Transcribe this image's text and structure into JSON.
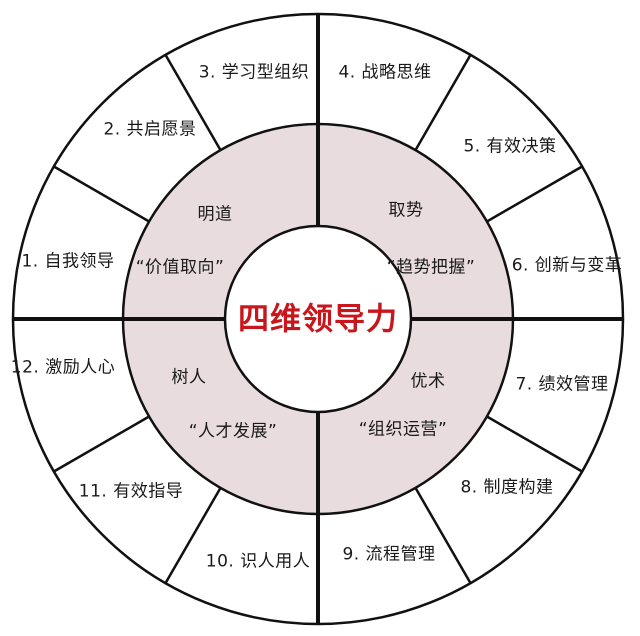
{
  "title": {
    "text": "四维领导力",
    "color": "#c8161d"
  },
  "colors": {
    "ring_fill": "#e8dcde",
    "line": "#111111",
    "background": "#ffffff"
  },
  "pillars": [
    {
      "name": "明道",
      "theme": "“价值取向”"
    },
    {
      "name": "取势",
      "theme": "“趋势把握”"
    },
    {
      "name": "树人",
      "theme": "“人才发展”"
    },
    {
      "name": "优术",
      "theme": "“组织运营”"
    }
  ],
  "competencies": [
    {
      "label": "1. 自我领导"
    },
    {
      "label": "2. 共启愿景"
    },
    {
      "label": "3. 学习型组织"
    },
    {
      "label": "4. 战略思维"
    },
    {
      "label": "5. 有效决策"
    },
    {
      "label": "6. 创新与变革"
    },
    {
      "label": "7. 绩效管理"
    },
    {
      "label": "8. 制度构建"
    },
    {
      "label": "9. 流程管理"
    },
    {
      "label": "10. 识人用人"
    },
    {
      "label": "11. 有效指导"
    },
    {
      "label": "12. 激励人心"
    }
  ]
}
